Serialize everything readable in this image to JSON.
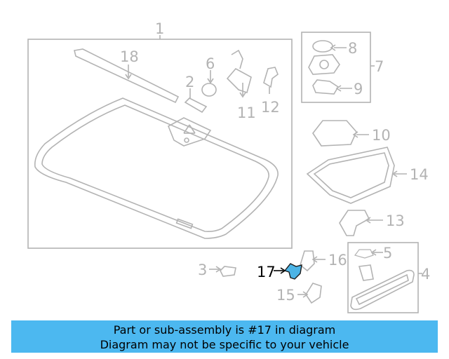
{
  "callouts": {
    "c1": "1",
    "c2": "2",
    "c3": "3",
    "c4": "4",
    "c5": "5",
    "c6": "6",
    "c7": "7",
    "c8": "8",
    "c9": "9",
    "c10": "10",
    "c11": "11",
    "c12": "12",
    "c13": "13",
    "c14": "14",
    "c15": "15",
    "c16": "16",
    "c17": "17",
    "c18": "18"
  },
  "highlight": {
    "part": "17",
    "color": "#4cb4e6"
  },
  "banner": {
    "line1": "Part or sub-assembly is #17 in diagram",
    "line2": "Diagram may not be specific to your vehicle",
    "background": "#4cb8f0"
  }
}
